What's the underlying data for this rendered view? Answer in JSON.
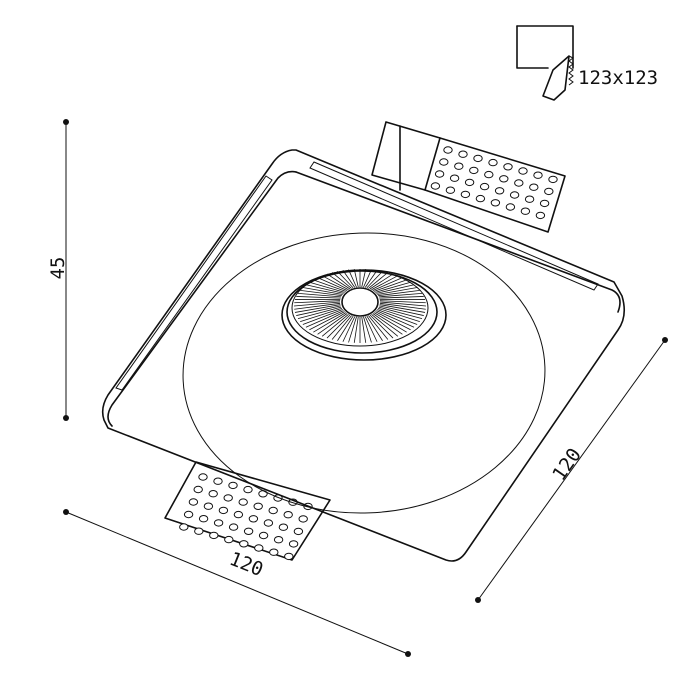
{
  "cutout_label": "123x123",
  "dimensions": {
    "height": "45",
    "width": "120",
    "depth": "120"
  },
  "colors": {
    "stroke": "#111111",
    "background": "#ffffff"
  }
}
